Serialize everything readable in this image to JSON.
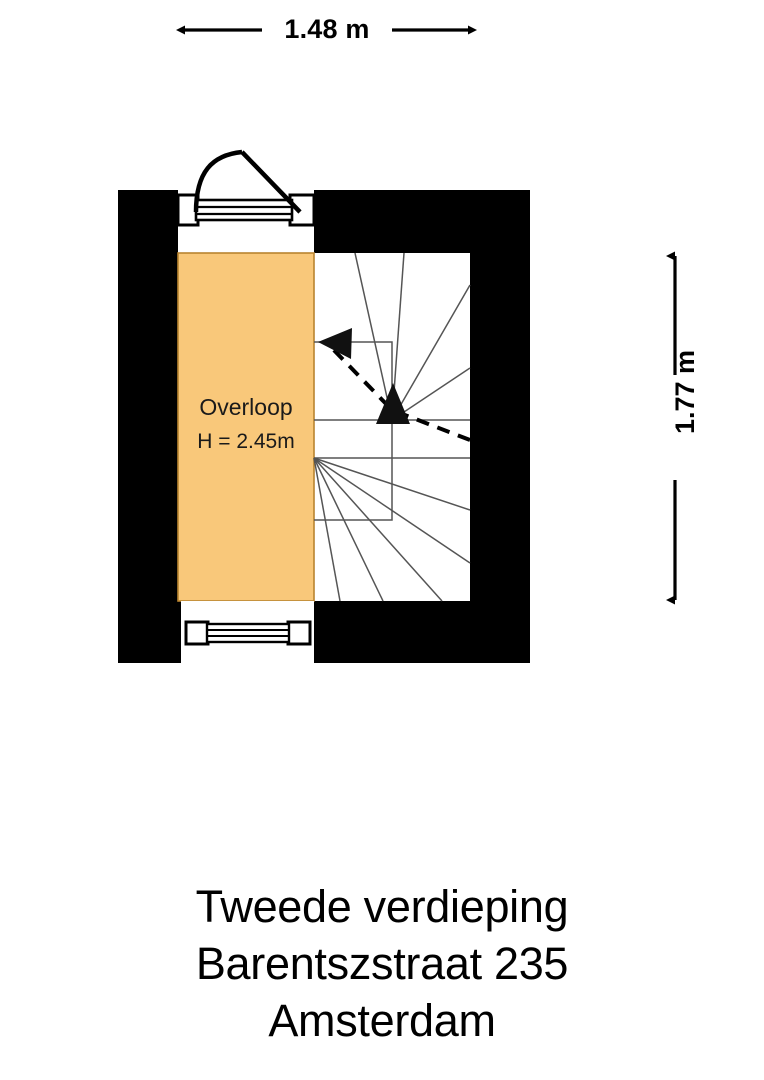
{
  "plan": {
    "dimensions": {
      "horizontal": "1.48 m",
      "vertical": "1.77 m"
    },
    "rooms": [
      {
        "name": "Overloop",
        "height_label": "H = 2.45m",
        "fill_color": "#f9c87a"
      }
    ],
    "features": {
      "staircase_label": "staircase",
      "door_label": "door",
      "window_label": "window"
    },
    "colors": {
      "wall": "#000000",
      "room_fill": "#f9c87a",
      "room_stroke": "#b98430",
      "background": "#ffffff",
      "stair_line": "#555555"
    }
  },
  "title": {
    "line1": "Tweede verdieping",
    "line2": "Barentszstraat 235",
    "line3": "Amsterdam"
  }
}
